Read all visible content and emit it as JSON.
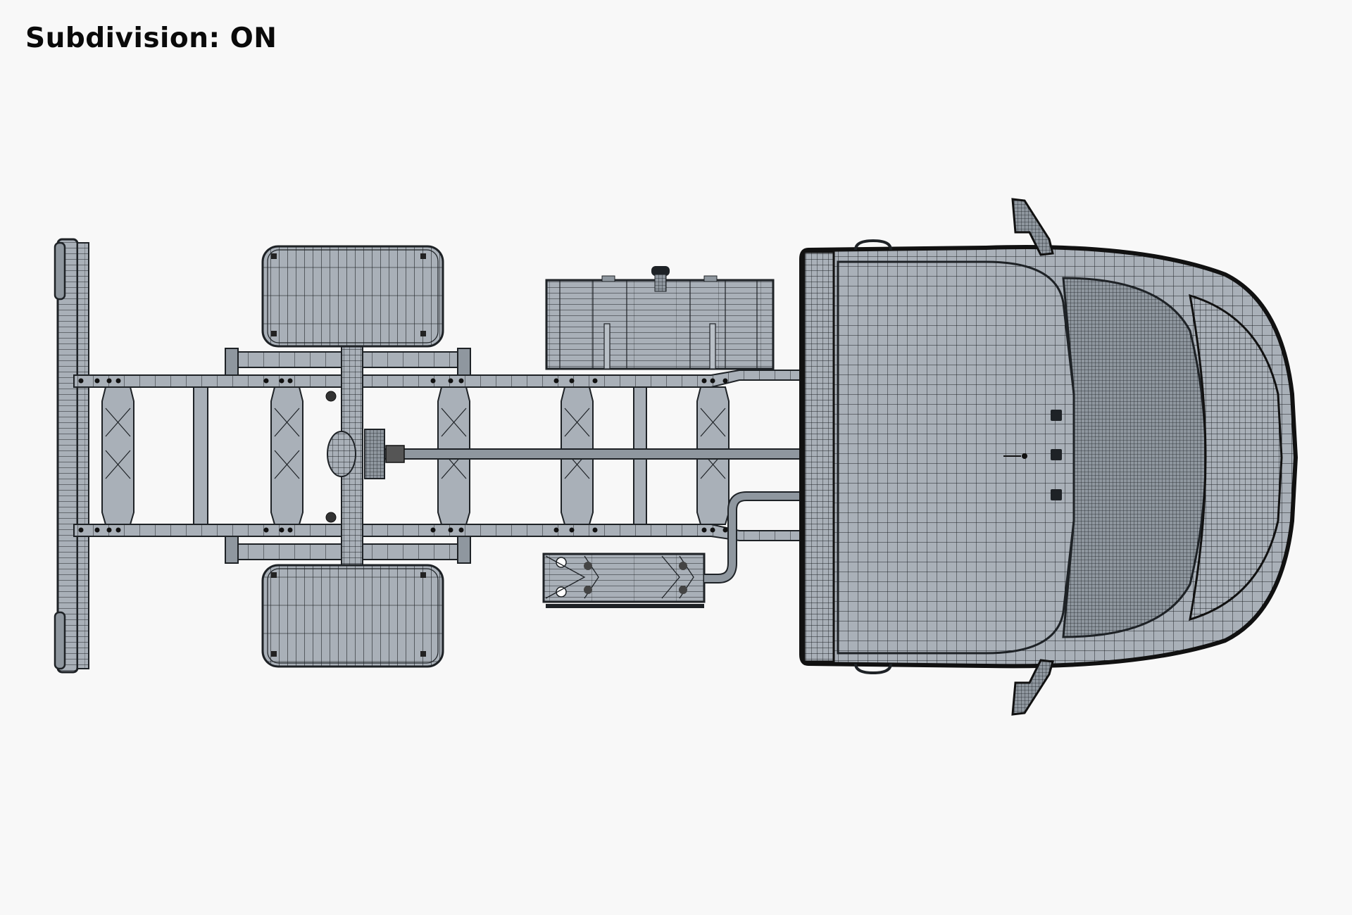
{
  "title": {
    "label": "Subdivision:",
    "value": "ON"
  },
  "render": {
    "subject": "truck chassis cab wireframe, top view",
    "view": "top",
    "colors": {
      "background": "#f8f8f8",
      "surface": "#a9b0b8",
      "surface_dark": "#8f979f",
      "wire": "#1e2226",
      "text": "#0a0a0a"
    },
    "parts": [
      "rear-bumper",
      "rear-wheel-left",
      "rear-wheel-right",
      "chassis-frame",
      "rear-axle-differential",
      "driveshaft",
      "fuel-tank",
      "battery-box",
      "exhaust-pipe",
      "cab",
      "side-mirror-left",
      "side-mirror-right"
    ]
  }
}
